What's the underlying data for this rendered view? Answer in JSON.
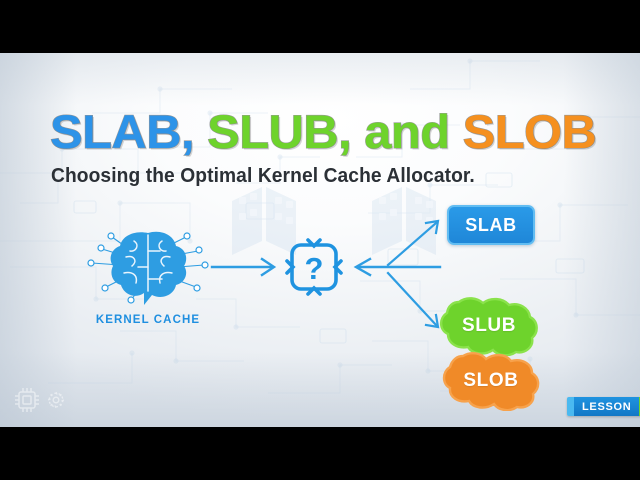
{
  "slide": {
    "headline": {
      "parts": [
        {
          "text": "SLAB,",
          "color": "#2d93e8"
        },
        {
          "text": "SLUB,",
          "color": "#6ed32c"
        },
        {
          "text": "and",
          "color": "#6ed32c"
        },
        {
          "text": "SLOB",
          "color": "#f5901f"
        }
      ],
      "full_text": "SLAB, SLUB, and SLOB"
    },
    "subtitle": "Choosing the Optimal Kernel Cache Allocator.",
    "source_label": "KERNEL CACHE",
    "center_symbol": "?",
    "results": [
      {
        "label": "SLAB",
        "shape": "rounded-rect",
        "color": "#1f87d8",
        "border": "#62bdf2"
      },
      {
        "label": "SLUB",
        "shape": "blob",
        "color": "#6ed32c",
        "border": "#8ae24b"
      },
      {
        "label": "SLOB",
        "shape": "blob",
        "color": "#f08a28",
        "border": "#f7a24c"
      }
    ],
    "lesson_tag": "LESSON",
    "watermark": {
      "chip_icon": "cpu-chip-icon",
      "gear_icon": "gear-icon"
    }
  },
  "theme": {
    "blue": "#2d93e8",
    "green": "#6ed32c",
    "orange": "#f5901f",
    "arrow_blue": "#2e9de2",
    "text_dark": "#2b3036",
    "letterbox": "#000000"
  }
}
